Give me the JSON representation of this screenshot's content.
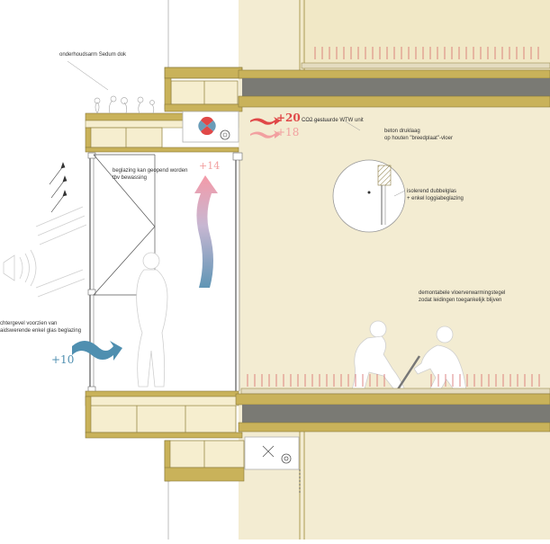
{
  "labels": {
    "sedum_roof": "onderhoudsarm Sedum dok",
    "wtw_unit": "CO2 gestuurde WTW unit",
    "concrete_floor_line1": "beton druklaag",
    "concrete_floor_line2": "op houten \"breedplaat\"-vloer",
    "glazing_open_line1": "beglazing kan geopend worden",
    "glazing_open_line2": "tbv bewassing",
    "double_glass_line1": "isolerend dubbelglas",
    "double_glass_line2": "+ enkel loggiabeglazing",
    "floor_tile_line1": "demontabele vloerverwarmingstegel",
    "floor_tile_line2": "zodat leidingen toegankelijk blijven",
    "facade_line1": "chtergevel voorzien van",
    "facade_line2": "aidswerende enkel glas beglazing"
  },
  "temperatures": {
    "supply_warm": "+20",
    "supply_cool": "+18",
    "loggia": "+14",
    "outside": "+10"
  },
  "colors": {
    "timber": "#c9b25a",
    "wall_fill": "#f3ecd2",
    "insulation": "#f6eecf",
    "concrete": "#7a7a74",
    "warm_arrow": "#e04848",
    "warm_arrow_light": "#f2a0a0",
    "cool_arrow": "#6a9cb8",
    "outside_arrow": "#4f8fb0",
    "heating_marks": "#d66a6a"
  },
  "icons": [
    "ventilation-fan-icon",
    "extract-valve-icon",
    "sound-waves-icon",
    "wind-arrows-icon"
  ]
}
